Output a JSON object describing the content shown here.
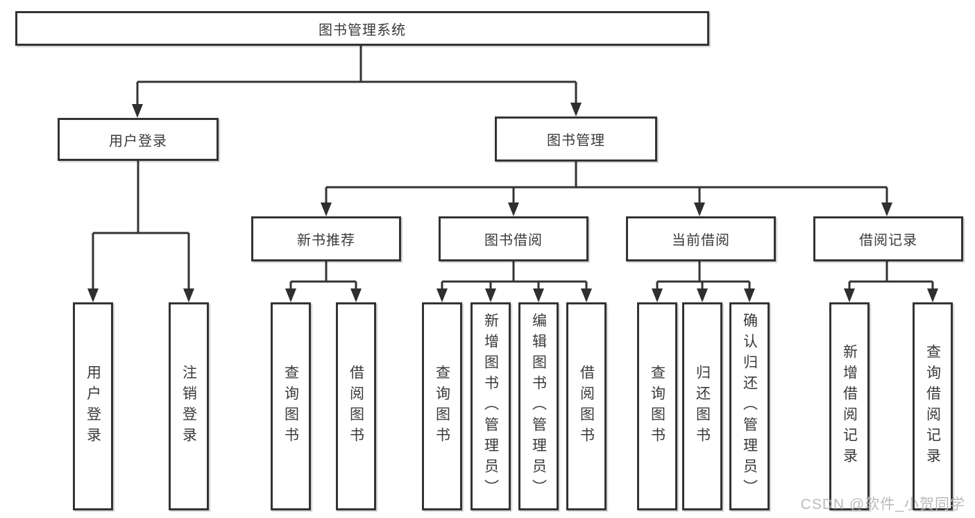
{
  "tree": {
    "root": {
      "label": "图书管理系统",
      "children": [
        {
          "label": "用户登录",
          "children": [
            {
              "label": "用户登录"
            },
            {
              "label": "注销登录"
            }
          ]
        },
        {
          "label": "图书管理",
          "children": [
            {
              "label": "新书推荐",
              "children": [
                {
                  "label": "查询图书"
                },
                {
                  "label": "借阅图书"
                }
              ]
            },
            {
              "label": "图书借阅",
              "children": [
                {
                  "label": "查询图书"
                },
                {
                  "label": "新增图书（管理员）"
                },
                {
                  "label": "编辑图书（管理员）"
                },
                {
                  "label": "借阅图书"
                }
              ]
            },
            {
              "label": "当前借阅",
              "children": [
                {
                  "label": "查询图书"
                },
                {
                  "label": "归还图书"
                },
                {
                  "label": "确认归还（管理员）"
                }
              ]
            },
            {
              "label": "借阅记录",
              "children": [
                {
                  "label": "新增借阅记录"
                },
                {
                  "label": "查询借阅记录"
                }
              ]
            }
          ]
        }
      ]
    }
  },
  "watermark": {
    "text": "CSDN @软件_小贺同学"
  },
  "colors": {
    "line": "#333333",
    "box_border": "#333333",
    "text": "#3a3a3a",
    "watermark": "#b6b6b6",
    "background": "#ffffff"
  }
}
